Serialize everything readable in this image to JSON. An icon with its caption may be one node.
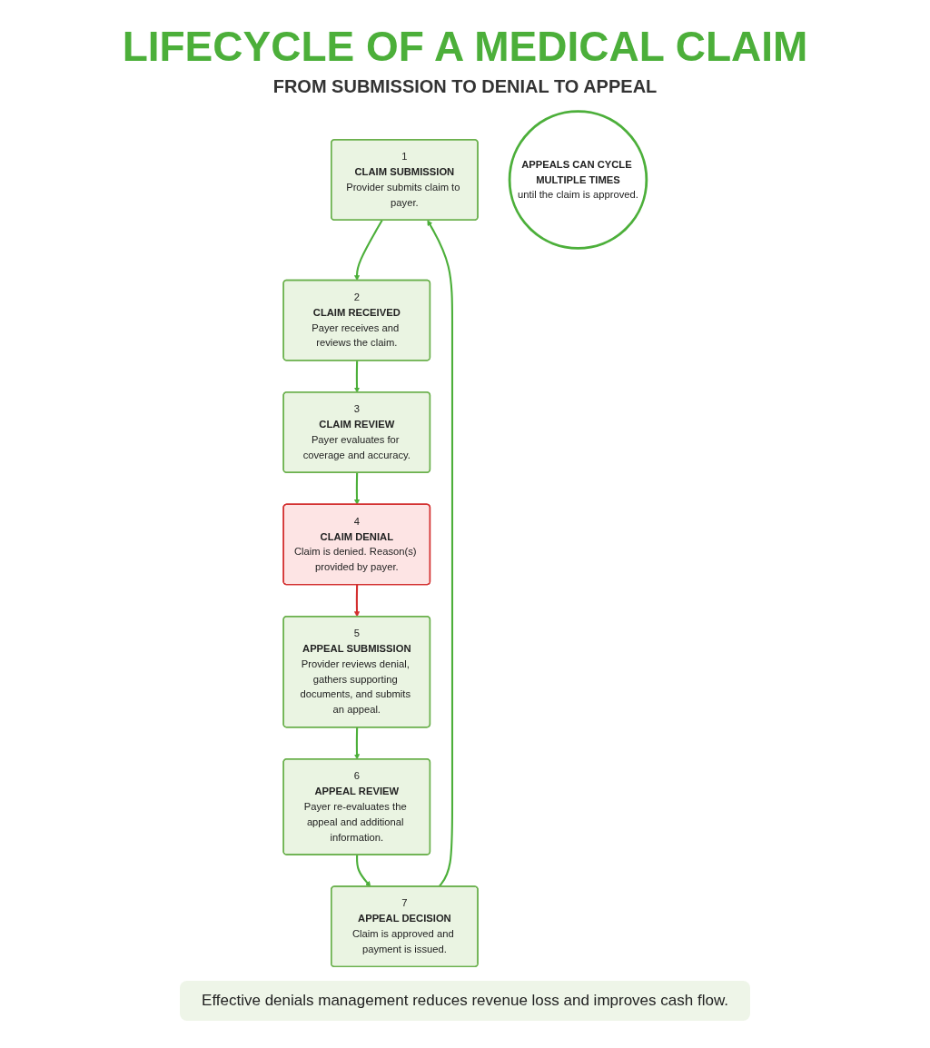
{
  "diagram": {
    "title": "LIFECYCLE OF A MEDICAL CLAIM",
    "nodes": [
      {
        "text": [
          "1",
          "CLAIM SUBMISSION",
          "Provider submits claim to payer."
        ]
      },
      {
        "text": [
          "2",
          "CLAIM RECEIVED",
          "Payer receives and reviews the claim."
        ]
      },
      {
        "text": [
          "3",
          "CLAIM REVIEW",
          "Payer evaluates for coverage and accuracy."
        ]
      },
      {
        "text": [
          "4",
          "CLAIM DENIAL",
          "Claim is denied. Reason(s) provided by payer."
        ]
      },
      {
        "text": [
          "5",
          "APPEAL SUBMISSION",
          "Provider reviews denial, gathers supporting documents, and submits an appeal."
        ]
      },
      {
        "text": [
          "6",
          "APPEAL REVIEW",
          "Payer re-evaluates the appeal and additional information."
        ]
      },
      {
        "text": [
          "7",
          "APPEAL DECISION",
          "Claim is approved and payment is issued."
        ]
      },
      {
        "text": [
          "APPEALS CAN CYCLE MULTIPLE TIMES",
          "until the claim is approved."
        ]
      }
    ],
    "edges": [
      {
        "from": 0,
        "to": 1,
        "arrow": "to"
      },
      {
        "from": 1,
        "to": 2,
        "arrow": "to"
      },
      {
        "from": 2,
        "to": 3,
        "arrow": "to"
      },
      {
        "from": 3,
        "to": 4,
        "arrow": "to",
        "color": "#d32f2f"
      },
      {
        "from": 4,
        "to": 5,
        "arrow": "to"
      },
      {
        "from": 5,
        "to": 6,
        "arrow": "to"
      },
      {
        "from": 6,
        "to": 0,
        "arrow": "to"
      }
    ],
    "labels": [
      "FROM SUBMISSION TO DENIAL TO APPEAL",
      "Effective denials management reduces revenue loss and improves cash flow."
    ]
  }
}
